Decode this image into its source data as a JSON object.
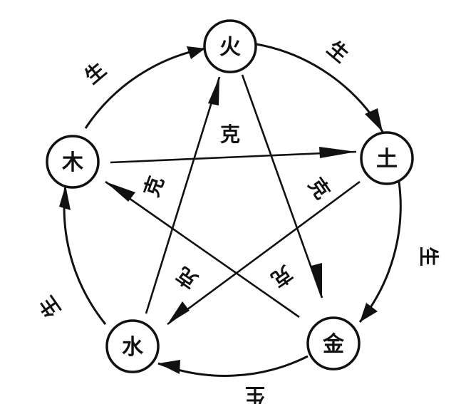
{
  "nodes": {
    "fire": "火",
    "earth": "土",
    "metal": "金",
    "water": "水",
    "wood": "木"
  },
  "labels": {
    "generate": "生",
    "overcome": "克"
  }
}
